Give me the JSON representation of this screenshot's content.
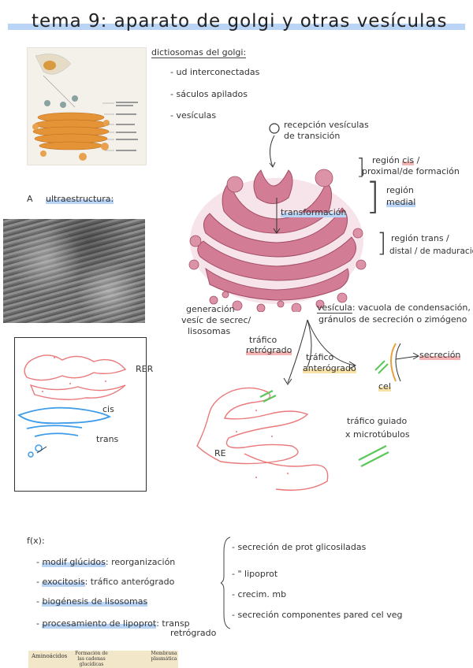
{
  "title": "tema 9: aparato de golgi y otras vesículas",
  "dictiosomas": {
    "heading": "dictiosomas del golgi:",
    "items": [
      "- ud interconectadas",
      "- sáculos apilados",
      "- vesículas"
    ]
  },
  "ultra": {
    "bullet": "A",
    "label": "ultraestructura:"
  },
  "diagram_box": {
    "rer": "RER",
    "cis": "cis",
    "trans": "trans"
  },
  "golgi": {
    "reception": "recepción vesículas\nde transición",
    "region_cis_prefix": "región ",
    "region_cis_word": "cis",
    "region_cis_suffix": " /",
    "region_cis_line2": "proximal/de formación",
    "region_medial_1": "región",
    "region_medial_2": "medial",
    "region_trans_1": "región trans /",
    "region_trans_2": "distal / de maduración",
    "transformacion": "transformación",
    "generacion_1": "generación",
    "generacion_2": "vesíc de secrec/",
    "generacion_3": "lisosomas",
    "vesicula_word": "vesícula",
    "vesicula_rest": ": vacuola de condensación,",
    "vesicula_line2": "gránulos de secreción o zimógeno"
  },
  "trafico": {
    "retrogrado_1": "tráfico",
    "retrogrado_2": "retrógrado",
    "anterogrado_1": "tráfico",
    "anterogrado_2": "anterógrado",
    "secrecion": "secreción",
    "cel": "cel",
    "re": "RE",
    "guiado_1": "tráfico guiado",
    "guiado_2": "x microtúbulos"
  },
  "funciones": {
    "heading": "f(x):",
    "left": [
      {
        "label": "modif glúcidos",
        "rest": ": reorganización"
      },
      {
        "label": "exocitosis",
        "rest": ": tráfico anterógrado"
      },
      {
        "label": "biogénesis de lisosomas",
        "rest": ""
      },
      {
        "label": "procesamiento de lipoprot",
        "rest": ": transp"
      }
    ],
    "left_extra": "retrógrado",
    "right": [
      "- secreción de prot glicosiladas",
      "- \" lipoprot",
      "- crecim. mb",
      "- secreción componentes pared cel veg"
    ]
  },
  "bottom_figure": {
    "label1": "Aminoácidos",
    "label2": "Formación de las cadenas glucídicas",
    "label3": "Membrana plasmática"
  },
  "colors": {
    "highlight_blue": "#b9d4f5",
    "highlight_red": "#f5b5b5",
    "golgi_pink": "#c96a84",
    "er_red": "#e9797a",
    "cis_blue": "#3d9be9",
    "green": "#5cc75a",
    "orange": "#e9a23a"
  }
}
